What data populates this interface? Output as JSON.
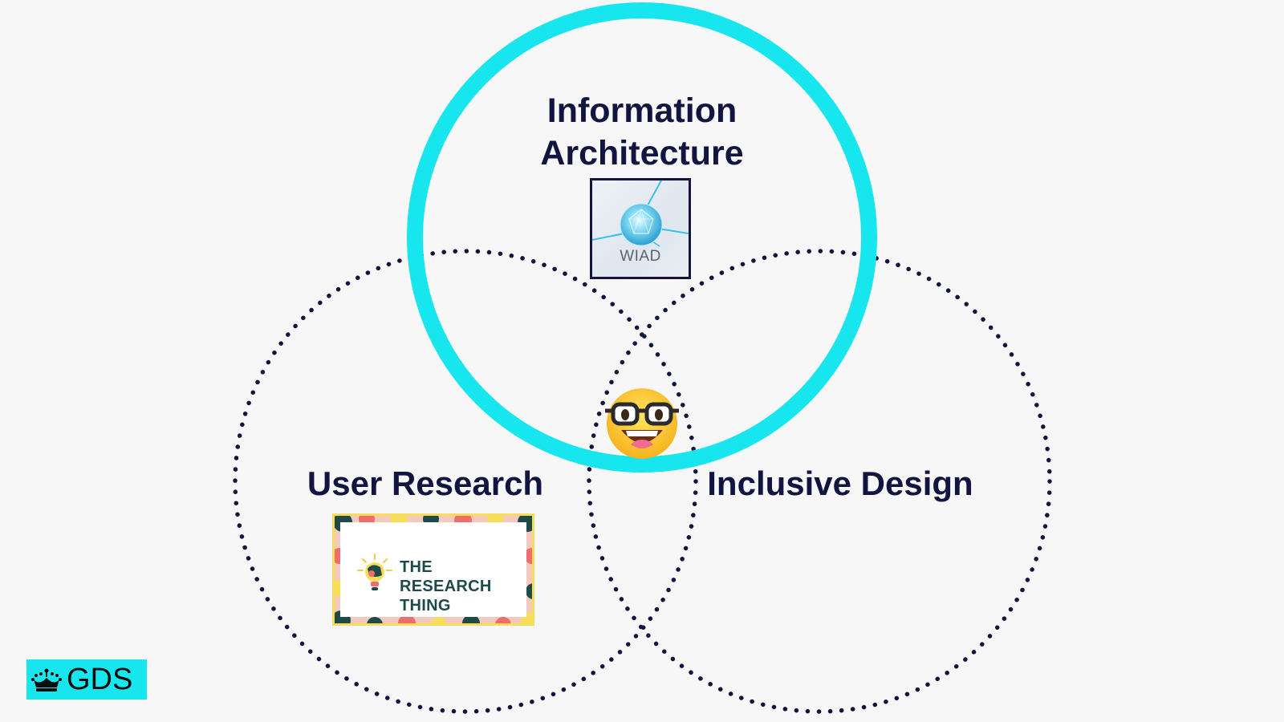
{
  "diagram": {
    "type": "venn",
    "circles": [
      {
        "name": "Information Architecture",
        "style": "solid",
        "color": "#17e6ee"
      },
      {
        "name": "User Research",
        "style": "dotted",
        "color": "#121540"
      },
      {
        "name": "Inclusive Design",
        "style": "dotted",
        "color": "#121540"
      }
    ],
    "labels": {
      "ia_line1": "Information",
      "ia_line2": "Architecture",
      "user_research": "User Research",
      "inclusive_design": "Inclusive Design"
    },
    "center_icon": "nerd-face-emoji"
  },
  "logos": {
    "wiad": {
      "text": "WIAD",
      "icon": "diamond-network-icon"
    },
    "research_thing": {
      "line1": "THE RESEARCH",
      "line2": "THING",
      "icon": "lightbulb-icon"
    },
    "gds": {
      "text": "GDS",
      "icon": "crown-icon",
      "background": "#17e6ee"
    }
  },
  "colors": {
    "background": "#f7f7f7",
    "text": "#121540",
    "accent": "#17e6ee"
  }
}
